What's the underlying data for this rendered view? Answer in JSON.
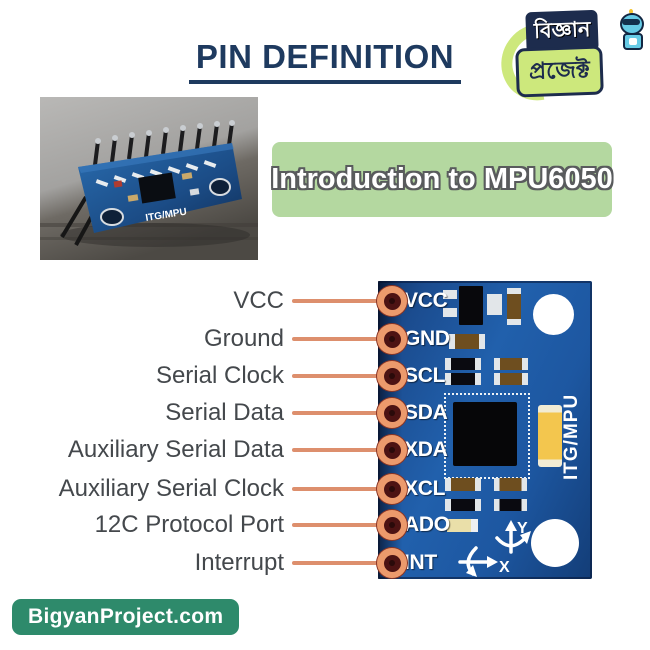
{
  "title": {
    "text": "PIN DEFINITION",
    "color": "#1e3a5f"
  },
  "logo": {
    "word1": "বিজ্ঞান",
    "word2": "প্রজেক্ট"
  },
  "banner": {
    "text": "Introduction to MPU6050",
    "bg": "#b4d8a0"
  },
  "photo": {
    "board_text": "ITG/MPU"
  },
  "diagram": {
    "board_side_label": "ITG/MPU",
    "axis": {
      "x_label": "X",
      "y_label": "Y"
    },
    "pins": [
      {
        "name": "VCC",
        "description": "VCC"
      },
      {
        "name": "GND",
        "description": "Ground"
      },
      {
        "name": "SCL",
        "description": "Serial Clock"
      },
      {
        "name": "SDA",
        "description": "Serial Data"
      },
      {
        "name": "XDA",
        "description": "Auxiliary Serial Data"
      },
      {
        "name": "XCL",
        "description": "Auxiliary Serial Clock"
      },
      {
        "name": "ADO",
        "description": "12C Protocol Port"
      },
      {
        "name": "INT",
        "description": "Interrupt"
      }
    ]
  },
  "footer": {
    "site": "BigyanProject.com",
    "bg": "#2e8a6b"
  },
  "colors": {
    "board_blue": "#1e59a5",
    "pad_copper": "#ec9a6c",
    "connector_line": "#dd8f6d",
    "label_text": "#44484c",
    "capacitor_yellow": "#f3c64e"
  }
}
